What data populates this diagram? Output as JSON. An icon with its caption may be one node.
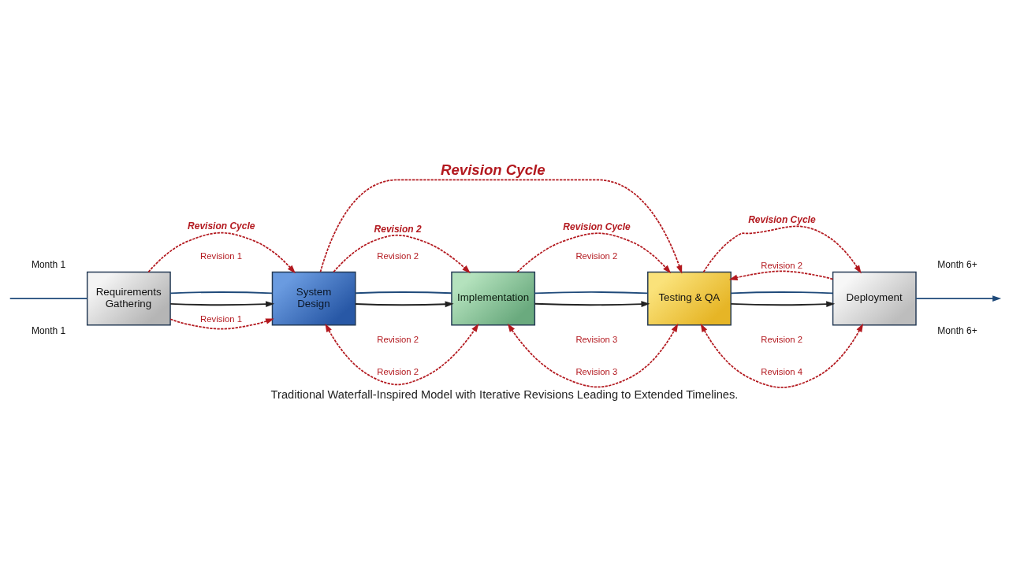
{
  "diagram": {
    "caption": "Traditional Waterfall-Inspired Model with Iterative Revisions Leading to Extended Timelines.",
    "nodes": [
      {
        "text": [
          "Requirements Gathering"
        ]
      },
      {
        "text": [
          "System Design"
        ]
      },
      {
        "text": [
          "Implementation"
        ]
      },
      {
        "text": [
          "Testing & QA"
        ]
      },
      {
        "text": [
          "Deployment"
        ]
      }
    ],
    "edges": [
      {
        "from": 0,
        "to": 1,
        "arrow": "to",
        "style": "dashed",
        "label": "Revision Cycle"
      },
      {
        "from": 1,
        "to": 3,
        "arrow": "to",
        "style": "dashed",
        "label": "Revision Cycle"
      },
      {
        "from": 1,
        "to": 2,
        "arrow": "to",
        "style": "dashed",
        "label": "Revision 2"
      },
      {
        "from": 2,
        "to": 3,
        "arrow": "to",
        "style": "dashed",
        "label": "Revision Cycle"
      },
      {
        "from": 3,
        "to": 4,
        "arrow": "to",
        "style": "dashed",
        "label": "Revision Cycle"
      },
      {
        "from": 4,
        "to": 3,
        "arrow": "to",
        "style": "dashed",
        "label": "Revision 2"
      },
      {
        "from": 0,
        "to": 1,
        "arrow": "to",
        "color": "#222222"
      },
      {
        "from": 1,
        "to": 2,
        "arrow": "to",
        "color": "#222222"
      },
      {
        "from": 2,
        "to": 3,
        "arrow": "to",
        "color": "#222222"
      },
      {
        "from": 3,
        "to": 4,
        "arrow": "to",
        "color": "#222222"
      },
      {
        "from": null,
        "to": 0,
        "arrow": "none",
        "color": "#1f4a7a"
      },
      {
        "from": 0,
        "to": 1,
        "arrow": "none",
        "color": "#1f4a7a"
      },
      {
        "from": 1,
        "to": 2,
        "arrow": "none",
        "color": "#1f4a7a"
      },
      {
        "from": 2,
        "to": 3,
        "arrow": "none",
        "color": "#1f4a7a"
      },
      {
        "from": 3,
        "to": 4,
        "arrow": "none",
        "color": "#1f4a7a"
      },
      {
        "from": 4,
        "to": null,
        "arrow": "to",
        "color": "#1f4a7a"
      },
      {
        "from": 0,
        "to": 1,
        "arrow": "to",
        "style": "dashed",
        "label": "Revision 1"
      },
      {
        "from": 1,
        "to": 2,
        "arrow": "both",
        "style": "dashed",
        "label": "Revision 2"
      },
      {
        "from": 2,
        "to": 3,
        "arrow": "both",
        "style": "dashed",
        "label": "Revision 3"
      },
      {
        "from": 3,
        "to": 4,
        "arrow": "both",
        "style": "dashed",
        "label": "Revision 4"
      }
    ],
    "labels": [
      "Revision 1",
      "Revision 2",
      "Revision 2",
      "Month 1",
      "Month 6+",
      "Month 1",
      "Month 6+",
      "Revision 2",
      "Revision 3",
      "Revision 2"
    ]
  }
}
